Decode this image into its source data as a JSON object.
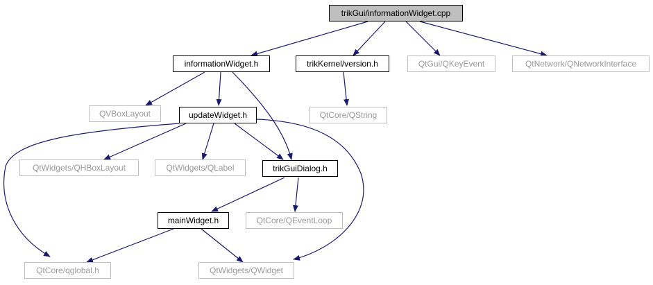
{
  "nodes": {
    "root": "trikGui/informationWidget.cpp",
    "information_widget_h": "informationWidget.h",
    "trik_kernel_version": "trikKernel/version.h",
    "qt_gui_qkeyevent": "QtGui/QKeyEvent",
    "qt_network_qnetworkinterface": "QtNetwork/QNetworkInterface",
    "qvboxlayout": "QVBoxLayout",
    "update_widget_h": "updateWidget.h",
    "qt_core_qstring": "QtCore/QString",
    "qt_widgets_qhboxlayout": "QtWidgets/QHBoxLayout",
    "qt_widgets_qlabel": "QtWidgets/QLabel",
    "trik_gui_dialog_h": "trikGuiDialog.h",
    "main_widget_h": "mainWidget.h",
    "qt_core_qeventloop": "QtCore/QEventLoop",
    "qt_core_qglobal": "QtCore/qglobal.h",
    "qt_widgets_qwidget": "QtWidgets/QWidget"
  },
  "colors": {
    "edge": "#191970",
    "root_fill": "#bfbfbf",
    "external_border": "#bfbfbf",
    "external_text": "#9a9a9a"
  }
}
